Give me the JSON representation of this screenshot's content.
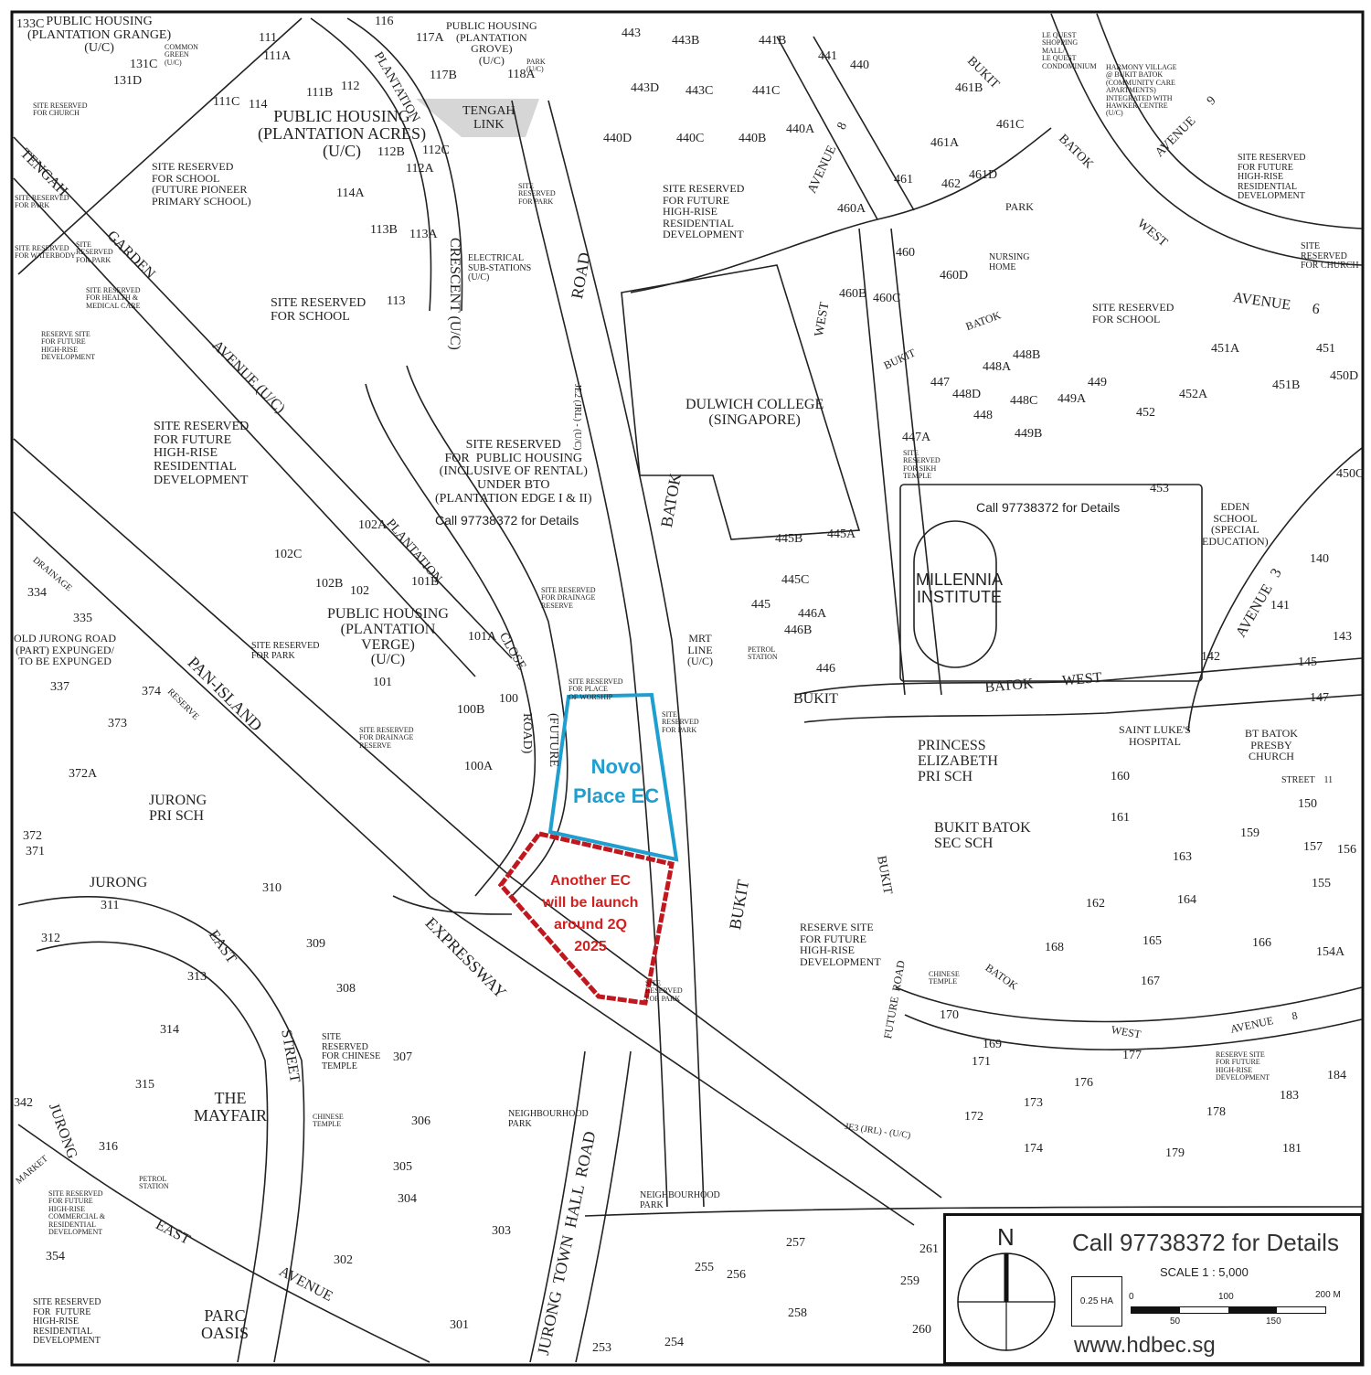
{
  "map": {
    "highlight_colors": {
      "novo": "#1e9fd0",
      "another_ec": "#c0181e"
    },
    "labels": {
      "plantation_grange": "PUBLIC HOUSING\n(PLANTATION GRANGE)\n(U/C)",
      "common_green": "COMMON\nGREEN\n(U/C)",
      "plantation_acres": "PUBLIC HOUSING\n(PLANTATION ACRES)\n(U/C)",
      "church_1": "SITE RESERVED\nFOR CHURCH",
      "tengah": "TENGAH",
      "garden": "GARDEN",
      "school_pioneer": "SITE RESERVED\nFOR SCHOOL\n(FUTURE PIONEER\nPRIMARY SCHOOL)",
      "park_1": "SITE RESERVED\nFOR PARK",
      "waterbody": "SITE RESERVED\nFOR WATERBODY",
      "park_2": "SITE\nRESERVED\nFOR PARK",
      "health": "SITE RESERVED\nFOR HEALTH &\nMEDICAL CARE",
      "reserve_highrise_1": "RESERVE SITE\nFOR FUTURE\nHIGH-RISE\nDEVELOPMENT",
      "school_2": "SITE RESERVED\nFOR SCHOOL",
      "avenue_uc": "AVENUE (U/C)",
      "crescent": "CRESCENT (U/C)",
      "plantation_1": "PLANTATION",
      "plantation_grove": "PUBLIC HOUSING\n(PLANTATION\nGROVE)\n(U/C)",
      "park_3": "PARK\n(U/C)",
      "tengah_link": "TENGAH\nLINK",
      "elec": "ELECTRICAL\nSUB-STATIONS\n(U/C)",
      "park_4": "SITE\nRESERVED\nFOR PARK",
      "road_1": "ROAD",
      "future_highrise_1": "SITE RESERVED\nFOR FUTURE\nHIGH-RISE\nRESIDENTIAL\nDEVELOPMENT",
      "future_highrise_2": "SITE RESERVED\nFOR FUTURE\nHIGH-RISE\nRESIDENTIAL\nDEVELOPMENT",
      "bto": "SITE RESERVED\nFOR  PUBLIC HOUSING\n(INCLUSIVE OF RENTAL)\nUNDER BTO\n(PLANTATION EDGE I & II)",
      "call_1": "Call 97738372 for Details",
      "je2": "JE2 (JRL) - (U/C)",
      "batok_1": "BATOK",
      "bukit_1": "BUKIT",
      "drainage_1": "SITE RESERVED\nFOR DRAINAGE\nRESERVE",
      "mrt": "MRT\nLINE\n(U/C)",
      "worship": "SITE RESERVED\nFOR PLACE\nOF WORSHIP",
      "park_5": "SITE\nRESERVED\nFOR PARK",
      "plantation_2": "PLANTATION",
      "close": "CLOSE",
      "future_road": "(FUTURE\n\nROAD)",
      "plantation_verge": "PUBLIC HOUSING\n(PLANTATION\nVERGE)\n(U/C)",
      "park_6": "SITE RESERVED\nFOR PARK",
      "drainage_2": "SITE RESERVED\nFOR DRAINAGE\nRESERVE",
      "drainage_3": "DRAINAGE",
      "old_jurong": "OLD JURONG ROAD\n(PART) EXPUNGED/\nTO BE EXPUNGED",
      "pan_island": "PAN-ISLAND",
      "expressway": "EXPRESSWAY",
      "reserve": "RESERVE",
      "jurong_pri": "JURONG\nPRI SCH",
      "jurong_1": "JURONG",
      "east_1": "EAST",
      "street_32": "STREET",
      "mayfair": "THE\nMAYFAIR",
      "chinese_temple_site": "SITE\nRESERVED\nFOR CHINESE\nTEMPLE",
      "chinese_temple": "CHINESE\nTEMPLE",
      "petrol_1": "PETROL\nSTATION",
      "jurong_2": "JURONG",
      "market": "MARKET",
      "commercial": "SITE RESERVED\nFOR FUTURE\nHIGH-RISE\nCOMMERCIAL &\nRESIDENTIAL\nDEVELOPMENT",
      "east_2": "EAST",
      "avenue_1": "AVENUE",
      "parc_oasis": "PARC\nOASIS",
      "highrise_sw": "SITE RESERVED\nFOR  FUTURE\nHIGH-RISE\nRESIDENTIAL\nDEVELOPMENT",
      "neighbourhood_park_1": "NEIGHBOURHOOD\nPARK",
      "neighbourhood_park_2": "NEIGHBOURHOOD\nPARK",
      "jurong_town_hall": "JURONG  TOWN  HALL  ROAD",
      "je3": "JE3 (JRL) - (U/C)",
      "bukit_2": "BUKIT",
      "park_7": "SITE\nRESERVED\nFOR PARK",
      "reserve_highrise_2": "RESERVE SITE\nFOR FUTURE\nHIGH-RISE\nDEVELOPMENT",
      "future_road_2": "FUTURE  ROAD",
      "bukit_3": "BUKIT",
      "dulwich": "DULWICH COLLEGE\n(SINGAPORE)",
      "petrol_2": "PETROL\nSTATION",
      "bukit_4": "BUKIT",
      "batok_west": "BATOK        WEST",
      "west_1": "WEST",
      "avenue_8": "AVENUE      8",
      "bukit_5": "BUKIT",
      "batok_2": "BATOK",
      "avenue_9": "AVENUE       9",
      "le_quest": "LE QUEST\nSHOPPING\nMALL/\nLE QUEST\nCONDOMINIUM",
      "harmony": "HARMONY VILLAGE\n@ BUKIT BATOK\n(COMMUNITY CARE\nAPARTMENTS)\nINTEGRATED WITH\nHAWKER CENTRE\n(U/C)",
      "park_8": "PARK",
      "nursing": "NURSING\nHOME",
      "church_2": "SITE RESERVED\nFOR FUTURE\nHIGH-RISE\nRESIDENTIAL\nDEVELOPMENT",
      "church_3": "SITE\nRESERVED\nFOR CHURCH",
      "west_2": "WEST",
      "avenue_6": "AVENUE      6",
      "school_3": "SITE RESERVED\nFOR SCHOOL",
      "batok_3": "BATOK",
      "bukit_6": "BUKIT",
      "sikh": "SITE\nRESERVED\nFOR SIKH\nTEMPLE",
      "call_2": "Call 97738372 for Details",
      "millennia": "MILLENNIA\nINSTITUTE",
      "eden": "EDEN\nSCHOOL\n(SPECIAL\nEDUCATION)",
      "avenue_3": "AVENUE   3",
      "princess": "PRINCESS\nELIZABETH\nPRI SCH",
      "st_lukes": "SAINT LUKE'S\nHOSPITAL",
      "bt_batok_presby": "BT BATOK\nPRESBY\nCHURCH",
      "street_11": "STREET    11",
      "bb_sec": "BUKIT BATOK\nSEC SCH",
      "batok_west_2": "BATOK",
      "west_3": "WEST",
      "avenue_8b": "AVENUE       8",
      "chinese_temple_2": "CHINESE\nTEMPLE",
      "highrise_se": "RESERVE SITE\nFOR FUTURE\nHIGH-RISE\nDEVELOPMENT",
      "novo": "Novo\nPlace EC",
      "another_ec": "Another EC\nwill be launch\naround 2Q\n2025"
    },
    "blocks": [
      "443",
      "443B",
      "441B",
      "443D",
      "443C",
      "441C",
      "440",
      "441",
      "440D",
      "440C",
      "440B",
      "440A",
      "461B",
      "461C",
      "461A",
      "461D",
      "461",
      "462",
      "460A",
      "460",
      "460B",
      "460C",
      "460D",
      "447",
      "448A",
      "448B",
      "448D",
      "448C",
      "449",
      "449A",
      "448",
      "449B",
      "447A",
      "452",
      "453",
      "451A",
      "451",
      "451B",
      "450D",
      "452A",
      "450C",
      "140",
      "141",
      "142",
      "143",
      "145",
      "147",
      "150",
      "156",
      "157",
      "155",
      "159",
      "160",
      "161",
      "163",
      "162",
      "164",
      "165",
      "166",
      "167",
      "168",
      "154A",
      "170",
      "169",
      "171",
      "172",
      "173",
      "174",
      "176",
      "177",
      "178",
      "179",
      "181",
      "183",
      "184",
      "445B",
      "445A",
      "445C",
      "445",
      "446A",
      "446B",
      "446",
      "111",
      "111A",
      "111B",
      "111C",
      "112",
      "112A",
      "112B",
      "112C",
      "113",
      "113A",
      "113B",
      "114",
      "114A",
      "116",
      "117A",
      "117B",
      "118A",
      "131C",
      "131D",
      "133C",
      "102A",
      "102C",
      "102B",
      "102",
      "101B",
      "101A",
      "101",
      "100B",
      "100",
      "100A",
      "334",
      "335",
      "337",
      "374",
      "373",
      "372A",
      "372",
      "371",
      "310",
      "311",
      "312",
      "313",
      "314",
      "315",
      "316",
      "309",
      "308",
      "307",
      "306",
      "305",
      "304",
      "303",
      "302",
      "301",
      "342",
      "354",
      "257",
      "255",
      "256",
      "258",
      "259",
      "260",
      "261",
      "253",
      "254"
    ],
    "legend": {
      "north": "N",
      "call": "Call 97738372 for Details",
      "scale": "SCALE    1 : 5,000",
      "area": "0.25 HA",
      "ticks_top": [
        "0",
        "100",
        "200 M"
      ],
      "ticks_bottom": [
        "50",
        "150"
      ],
      "website": "www.hdbec.sg"
    }
  }
}
